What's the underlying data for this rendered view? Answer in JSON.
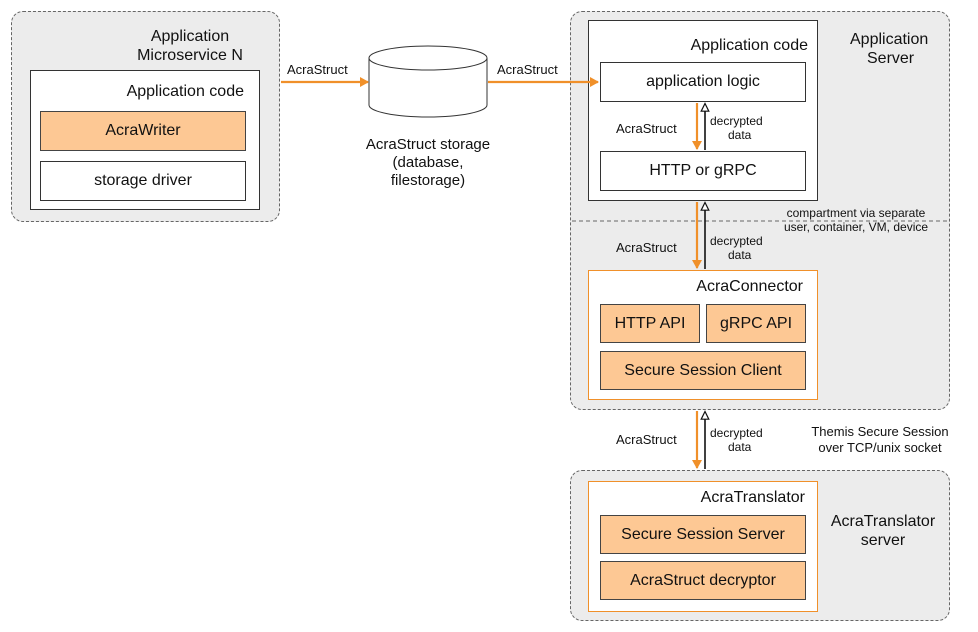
{
  "microservice": {
    "title_line1": "Application",
    "title_line2": "Microservice N",
    "app_code": "Application code",
    "writer": "AcraWriter",
    "storage_driver": "storage driver"
  },
  "storage": {
    "line1": "AcraStruct storage",
    "line2": "(database,",
    "line3": "filestorage)"
  },
  "arrows": {
    "acrastruct_left": "AcraStruct",
    "acrastruct_right": "AcraStruct",
    "acrastruct_1": "AcraStruct",
    "decrypted_1_a": "decrypted",
    "decrypted_1_b": "data",
    "acrastruct_2": "AcraStruct",
    "decrypted_2_a": "decrypted",
    "decrypted_2_b": "data",
    "acrastruct_3": "AcraStruct",
    "decrypted_3_a": "decrypted",
    "decrypted_3_b": "data"
  },
  "app_server": {
    "title_line1": "Application",
    "title_line2": "Server",
    "app_code": "Application code",
    "logic": "application logic",
    "http": "HTTP or gRPC",
    "compartment_line1": "compartment via separate",
    "compartment_line2": "user, container, VM, device"
  },
  "connector": {
    "title": "AcraConnector",
    "http_api": "HTTP API",
    "grpc_api": "gRPC API",
    "session_client": "Secure Session Client"
  },
  "themis": {
    "line1": "Themis Secure Session",
    "line2": "over TCP/unix socket"
  },
  "translator": {
    "title": "AcraTranslator",
    "server_line1": "AcraTranslator",
    "server_line2": "server",
    "session_server": "Secure Session Server",
    "decryptor": "AcraStruct decryptor"
  },
  "colors": {
    "orange_arrow": "#f0902a",
    "orange_fill": "#fdc894",
    "zone_fill": "#ececec"
  }
}
